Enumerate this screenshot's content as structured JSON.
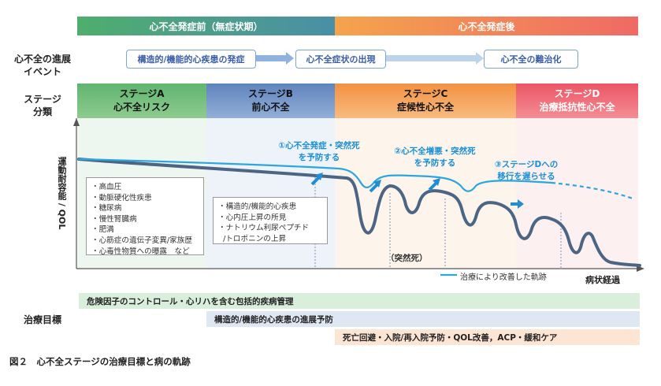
{
  "phases": {
    "before": "心不全発症前（無症状期）",
    "after": "心不全発症後"
  },
  "row_labels": {
    "events": "心不全の進展\nイベント",
    "stages": "ステージ\n分類",
    "goals": "治療目標"
  },
  "events": [
    "構造的/機能的心疾患の発症",
    "心不全症状の出現",
    "心不全の難治化"
  ],
  "stages": [
    {
      "name": "ステージA",
      "sub": "心不全リスク",
      "color": "#63b874"
    },
    {
      "name": "ステージB",
      "sub": "前心不全",
      "color": "#6d8fc2"
    },
    {
      "name": "ステージC",
      "sub": "症候性心不全",
      "color": "#f29a4a"
    },
    {
      "name": "ステージD",
      "sub": "治療抵抗性心不全",
      "color": "#ee5c6c"
    }
  ],
  "y_axis_label": "運動耐容能 / QOL",
  "x_axis_label": "病状経過",
  "risk_factors": [
    "・高血圧",
    "・動脈硬化性疾患",
    "・糖尿病",
    "・慢性腎臓病",
    "・肥満",
    "・心筋症の遺伝子変異/家族歴",
    "・心毒性物質への曝露　など"
  ],
  "stageB_factors": [
    "・構造的/機能的心疾患",
    "・心内圧上昇の所見",
    "・ナトリウム利尿ペプチド",
    "  /トロポニンの上昇"
  ],
  "annotations": {
    "note1": [
      "①心不全発症・突然死",
      "を予防する"
    ],
    "note2": [
      "②心不全増悪・突然死",
      "を予防する"
    ],
    "note3": [
      "③ステージDへの",
      "移行を遅らせる"
    ],
    "sudden_death": "（突然死）",
    "legend": "治療により改善した軌跡"
  },
  "goals": [
    "危険因子のコントロール・心リハを含む包括的疾病管理",
    "構造的/機能的心疾患の進展予防",
    "死亡回避・入院/再入院予防・QOL改善，ACP・緩和ケア"
  ],
  "caption": "図２　心不全ステージの治療目標と病の軌跡",
  "colors": {
    "trajectory": "#4d6585",
    "improved": "#2ca6de",
    "arrow": "#1e8fd6"
  }
}
